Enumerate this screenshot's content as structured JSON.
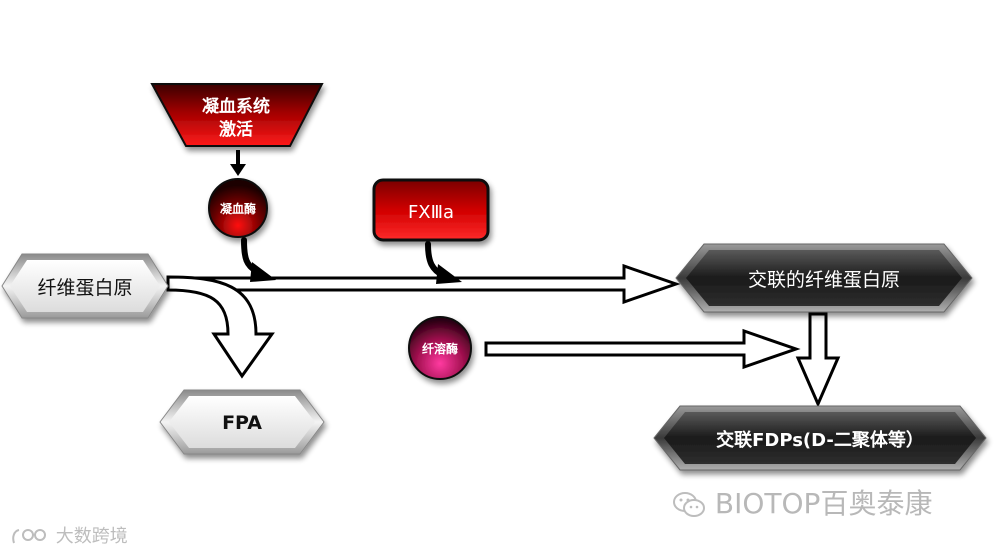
{
  "nodes": {
    "coag_activation_line1": "凝血系统",
    "coag_activation_line2": "激活",
    "thrombin": "凝血酶",
    "fxiiia": "FXⅢa",
    "fibrinogen": "纤维蛋白原",
    "crosslinked_fibrinogen": "交联的纤维蛋白原",
    "fpa": "FPA",
    "plasmin": "纤溶酶",
    "crosslinked_fdps": "交联FDPs(D-二聚体等）"
  },
  "watermarks": {
    "wechat": "BIOTOP百奥泰康",
    "corner": "大数跨境"
  },
  "colors": {
    "red_dark": "#5a0000",
    "red_bright": "#e00000",
    "magenta": "#c0106a",
    "gray_dark": "#1c1c1c",
    "gray_light": "#e8e8e8"
  }
}
